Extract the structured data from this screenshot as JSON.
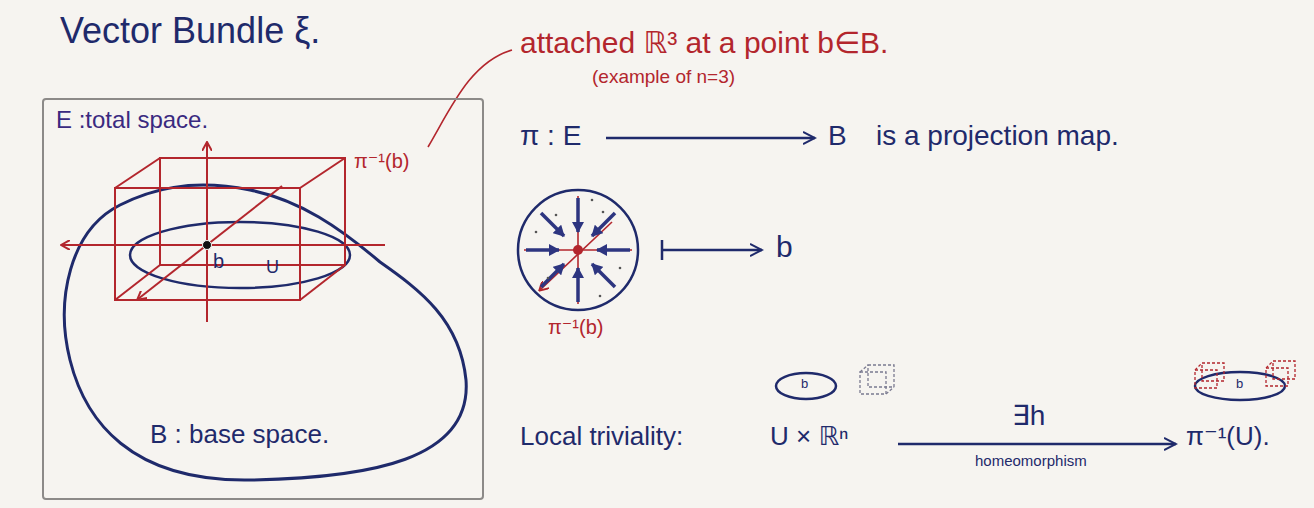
{
  "diagram": {
    "title": "Vector Bundle ξ.",
    "nodes": [
      {
        "text": [
          "E :total space."
        ]
      }
    ],
    "labels": [
      "attached ℝ³ at a point b∈B.",
      "(example of n=3)",
      "π⁻¹(b)",
      "b",
      "U",
      "B : base space.",
      "π : E",
      "B",
      "is a projection map.",
      "π⁻¹(b)",
      "b",
      "Local triviality:",
      "U × ℝⁿ",
      "b",
      "∃h",
      "homeomorphism",
      "π⁻¹(U).",
      "b"
    ]
  }
}
